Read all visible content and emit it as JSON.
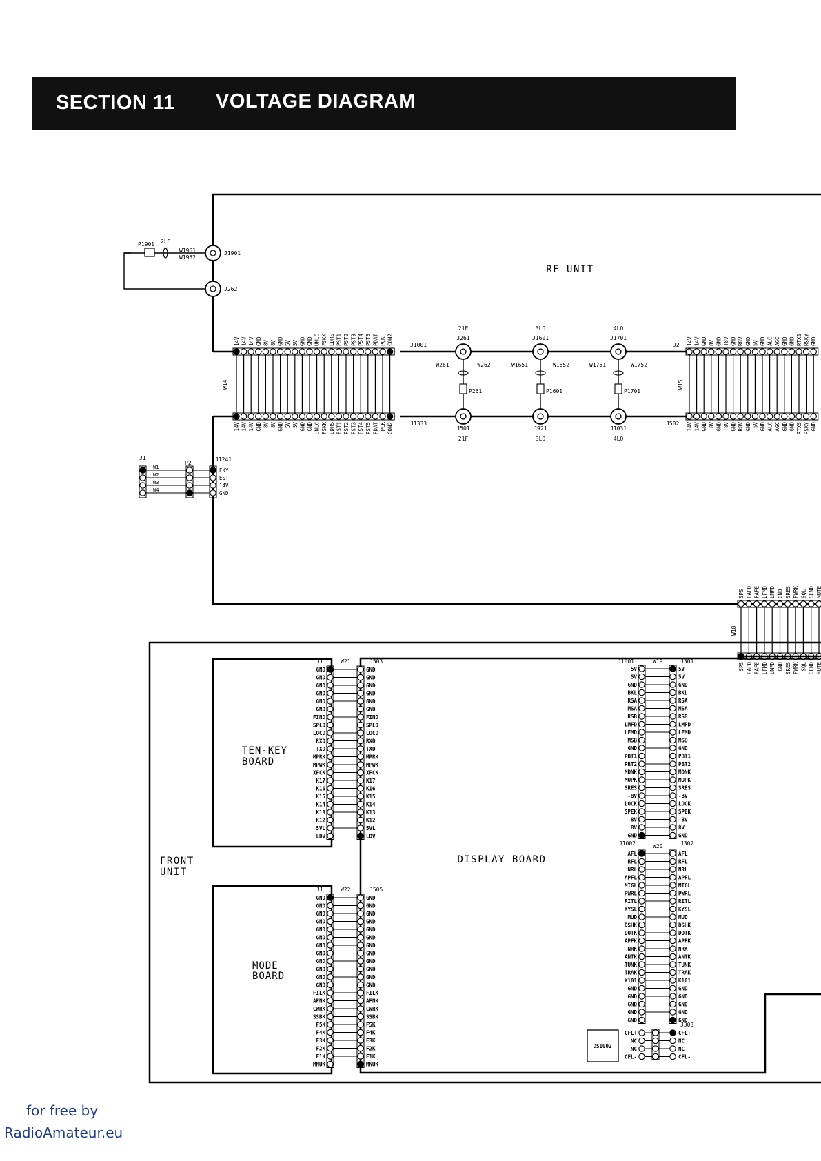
{
  "header": {
    "section": "SECTION 11",
    "title": "VOLTAGE DIAGRAM"
  },
  "watermark": {
    "line1": "for free by",
    "line2": "RadioAmateur.eu"
  },
  "rf_unit": {
    "title": "RF UNIT",
    "antenna": {
      "plug": "P1901",
      "cable": "2LO",
      "wire_a": "W1951",
      "wire_b": "W1952",
      "jack_a": "J1901",
      "jack_b": "J262"
    },
    "j1001": {
      "ref": "J1001",
      "wire": "W14",
      "pins": [
        "14V",
        "14V",
        "14V",
        "GND",
        "8V",
        "8V",
        "GND",
        "5V",
        "5V",
        "GND",
        "GND",
        "UNLC",
        "FSKK",
        "LDRS",
        "PST1",
        "PST2",
        "PST3",
        "PST4",
        "PST5",
        "PDAT",
        "PCK",
        "CON2"
      ]
    },
    "j1333": {
      "ref": "J1333",
      "pins": [
        "14V",
        "14V",
        "14V",
        "GND",
        "8V",
        "8V",
        "GND",
        "5V",
        "5V",
        "GND",
        "GND",
        "UNLC",
        "FSKK",
        "LDRS",
        "PST1",
        "PST2",
        "PST3",
        "PST4",
        "PST5",
        "PDAT",
        "PCK",
        "CON2"
      ]
    },
    "coax": [
      {
        "top_cable": "21F",
        "top_jack": "J261",
        "wire_l": "W261",
        "wire_r": "W262",
        "plug": "P261",
        "bottom_jack": "J501",
        "bottom_cable": "21F"
      },
      {
        "top_cable": "3LO",
        "top_jack": "J1601",
        "wire_l": "W1651",
        "wire_r": "W1652",
        "plug": "P1601",
        "bottom_jack": "J921",
        "bottom_cable": "3LO"
      },
      {
        "top_cable": "4LO",
        "top_jack": "J1701",
        "wire_l": "W1751",
        "wire_r": "W1752",
        "plug": "P1701",
        "bottom_jack": "J1031",
        "bottom_cable": "4LO"
      }
    ],
    "j2": {
      "ref": "J2",
      "wire": "W15",
      "pins": [
        "14V",
        "14V",
        "GND",
        "8V",
        "GND",
        "T8V",
        "GND",
        "R8V",
        "GND",
        "5V",
        "GND",
        "ALC",
        "AGC",
        "GND",
        "GND",
        "RTXS",
        "RSKY",
        "GND"
      ]
    },
    "j502": {
      "ref": "J502",
      "pins": [
        "14V",
        "14V",
        "GND",
        "8V",
        "GND",
        "T8V",
        "GND",
        "R8V",
        "GND",
        "5V",
        "GND",
        "ALC",
        "AGC",
        "GND",
        "GND",
        "RTXS",
        "RSKY",
        "GND"
      ]
    },
    "ext": {
      "j1": "J1",
      "p2": "P2",
      "j1241": "J1241",
      "wires": [
        "W1",
        "W2",
        "W3",
        "W4"
      ],
      "pins": [
        "EKY",
        "EST",
        "14V",
        "GND"
      ]
    },
    "w18_bus": {
      "wire": "W18",
      "pins": [
        "SPS",
        "PAFO",
        "PAFE",
        "LFMD",
        "LMFD",
        "GND",
        "SRES",
        "PWRK",
        "SQL",
        "SEND",
        "MUTE"
      ]
    }
  },
  "front_unit": {
    "title": "FRONT UNIT",
    "tenkey": {
      "title": "TEN-KEY BOARD",
      "conn": "J1",
      "wire": "W21",
      "mate": "J503",
      "pins": [
        "GND",
        "GND",
        "GND",
        "GND",
        "GND",
        "GND",
        "FIND",
        "SPLD",
        "LOCD",
        "RXD",
        "TXD",
        "MPRK",
        "MPWK",
        "XFCK",
        "K17",
        "K16",
        "K15",
        "K14",
        "K13",
        "K12",
        "5VL",
        "LDV"
      ],
      "mate_pins": [
        "GND",
        "GND",
        "GND",
        "GND",
        "GND",
        "GND",
        "FIND",
        "SPLD",
        "LOCD",
        "RXD",
        "TXD",
        "MPRK",
        "MPWK",
        "XFCK",
        "K17",
        "K16",
        "K15",
        "K14",
        "K13",
        "K12",
        "5VL",
        "LDV"
      ]
    },
    "mode": {
      "title": "MODE BOARD",
      "conn": "J1",
      "wire": "W22",
      "mate": "J505",
      "pins": [
        "GND",
        "GND",
        "GND",
        "GND",
        "GND",
        "GND",
        "GND",
        "GND",
        "GND",
        "GND",
        "GND",
        "GND",
        "FILK",
        "AFNK",
        "CWRK",
        "SSBK",
        "F5K",
        "F4K",
        "F3K",
        "F2K",
        "F1K",
        "MNUK"
      ],
      "mate_pins": [
        "GND",
        "GND",
        "GND",
        "GND",
        "GND",
        "GND",
        "GND",
        "GND",
        "GND",
        "GND",
        "GND",
        "GND",
        "FILK",
        "AFNK",
        "CWRK",
        "SSBK",
        "F5K",
        "F4K",
        "F3K",
        "F2K",
        "F1K",
        "MNUK"
      ]
    },
    "display": {
      "title": "DISPLAY BOARD",
      "j1001": {
        "ref": "J1001",
        "wire": "W19",
        "mate": "J301",
        "pins": [
          "5V",
          "5V",
          "GND",
          "BKL",
          "RSA",
          "MSA",
          "RSB",
          "LMFD",
          "LFMD",
          "MSB",
          "GND",
          "PBT1",
          "PBT2",
          "MDNK",
          "MUPK",
          "SRES",
          "-8V",
          "LOCK",
          "SPEK",
          "-8V",
          "8V",
          "GND"
        ],
        "mate_pins": [
          "5V",
          "5V",
          "GND",
          "BKL",
          "RSA",
          "MSA",
          "RSB",
          "LMFD",
          "LFMD",
          "MSB",
          "GND",
          "PBT1",
          "PBT2",
          "MDNK",
          "MUPK",
          "SRES",
          "-8V",
          "LOCK",
          "SPEK",
          "-8V",
          "8V",
          "GND"
        ]
      },
      "j1002": {
        "ref": "J1002",
        "wire": "W20",
        "mate": "J302",
        "pins": [
          "AFL",
          "RFL",
          "NRL",
          "APFL",
          "MIGL",
          "PWRL",
          "RITL",
          "KYSL",
          "MUD",
          "DSHK",
          "DOTK",
          "APFK",
          "NRK",
          "ANTK",
          "TUNK",
          "TRAK",
          "K101",
          "GND",
          "GND",
          "GND",
          "GND",
          "GND"
        ],
        "mate_pins": [
          "AFL",
          "RFL",
          "NRL",
          "APFL",
          "MIGL",
          "PWRL",
          "RITL",
          "KYSL",
          "MUD",
          "DSHK",
          "DOTK",
          "APFK",
          "NRK",
          "ANTK",
          "TUNK",
          "TRAK",
          "K101",
          "GND",
          "GND",
          "GND",
          "GND",
          "GND"
        ]
      },
      "j303": {
        "ref": "J303",
        "ds": "DS1002",
        "pins": [
          "CFL+",
          "NC",
          "NC",
          "CFL-"
        ],
        "mate_pins": [
          "CFL+",
          "NC",
          "NC",
          "CFL-"
        ]
      }
    }
  }
}
